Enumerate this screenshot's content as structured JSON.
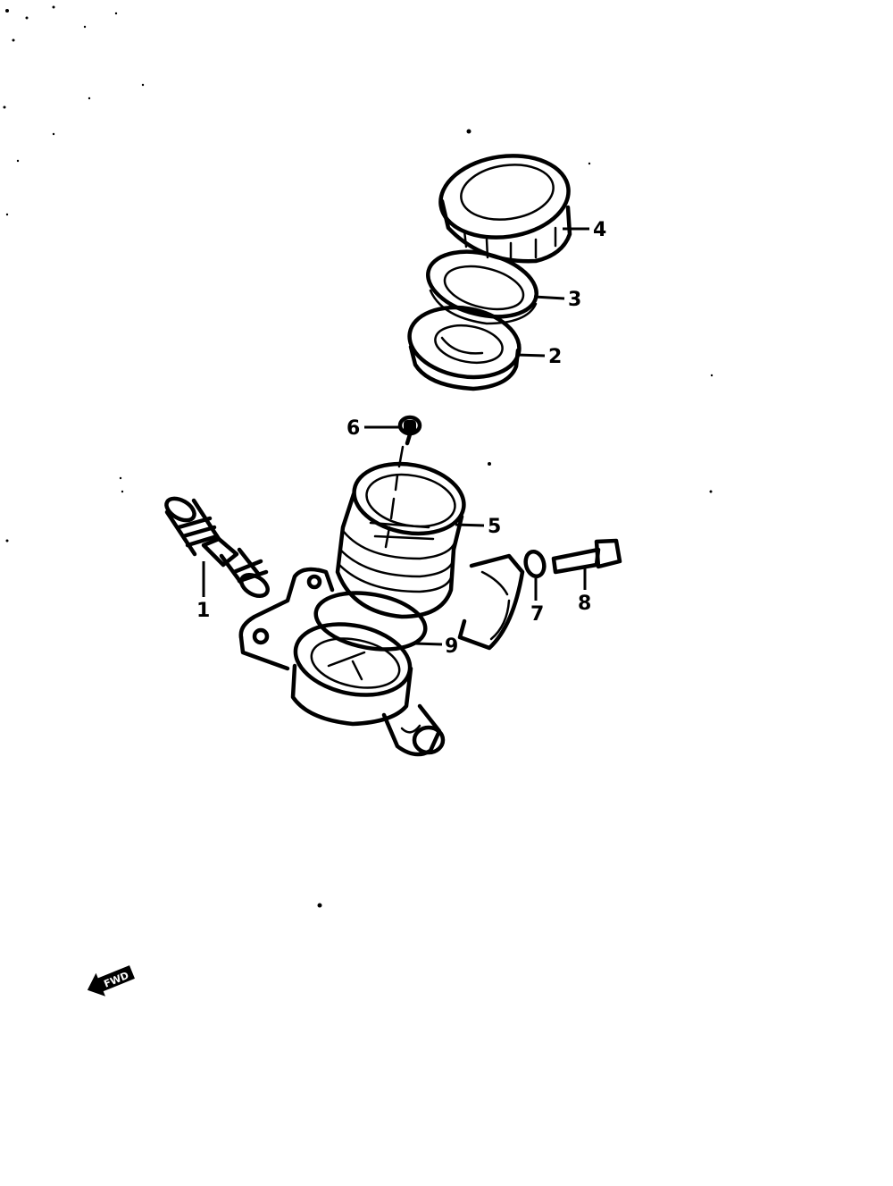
{
  "diagram": {
    "parts": [
      {
        "id": "part-1",
        "label": "1"
      },
      {
        "id": "part-2",
        "label": "2"
      },
      {
        "id": "part-3",
        "label": "3"
      },
      {
        "id": "part-4",
        "label": "4"
      },
      {
        "id": "part-5",
        "label": "5"
      },
      {
        "id": "part-6",
        "label": "6"
      },
      {
        "id": "part-7",
        "label": "7"
      },
      {
        "id": "part-8",
        "label": "8"
      },
      {
        "id": "part-9",
        "label": "9"
      }
    ],
    "front_arrow_text": "FWD",
    "colors": {
      "ink": "#000000",
      "paper": "#ffffff"
    }
  }
}
